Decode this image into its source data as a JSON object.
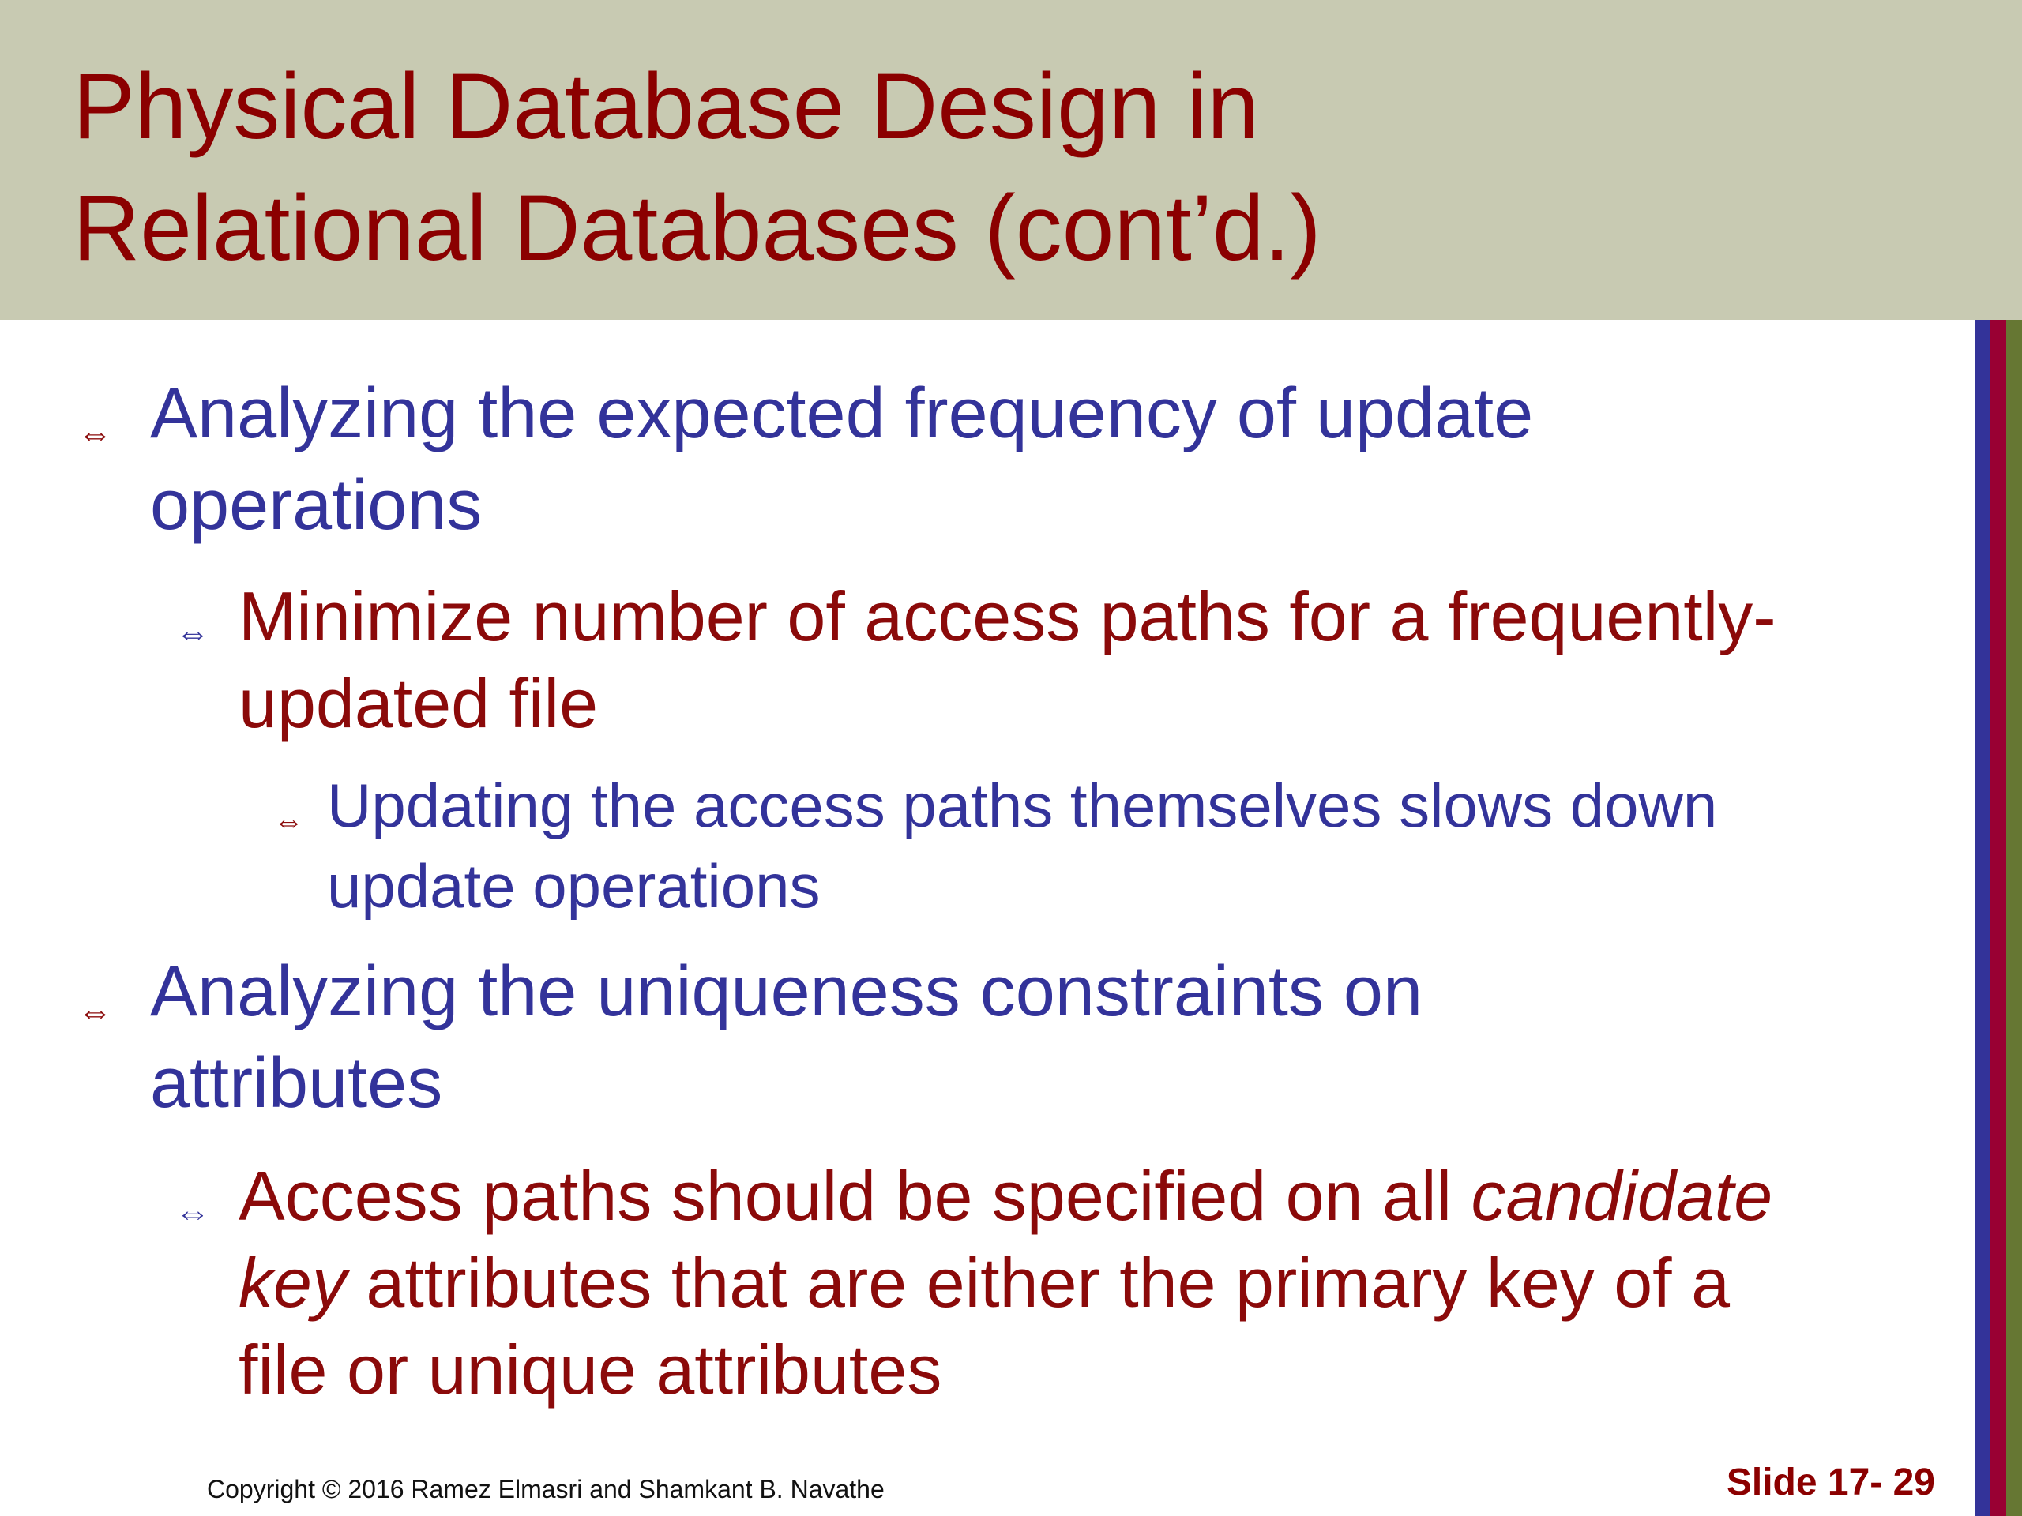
{
  "slide": {
    "title_lines": [
      "Physical Database Design in",
      "Relational Databases (cont’d.)"
    ],
    "bullets": [
      {
        "icon": "double-arrow-bullet-icon",
        "lines": [
          "Analyzing the expected frequency of update",
          "operations"
        ]
      },
      {
        "icon": "double-arrow-bullet-icon",
        "lines": [
          "Minimize number of access paths for a frequently-",
          "updated file"
        ]
      },
      {
        "icon": "double-arrow-bullet-icon",
        "lines": [
          "Updating the access paths themselves slows down",
          "update operations"
        ]
      },
      {
        "icon": "double-arrow-bullet-icon",
        "lines": [
          "Analyzing the uniqueness constraints on",
          "attributes"
        ]
      },
      {
        "icon": "double-arrow-bullet-icon",
        "line1_prefix": "Access paths should be specified on all ",
        "line1_italic": "candidate",
        "line2_italic": "key",
        "line2_rest": " attributes that are either the primary key of a",
        "line3": "file or unique attributes"
      }
    ]
  },
  "footer": {
    "copyright": "Copyright © 2016 Ramez Elmasri and Shamkant B. Navathe",
    "slide_number": "Slide 17- 29"
  },
  "colors": {
    "title_band": "#c8cab2",
    "title_text": "#8b0000",
    "blue_text": "#33339a",
    "red_text": "#8b0a0a",
    "stripe_1": "#333399",
    "stripe_2": "#990033",
    "stripe_3": "#667733"
  }
}
